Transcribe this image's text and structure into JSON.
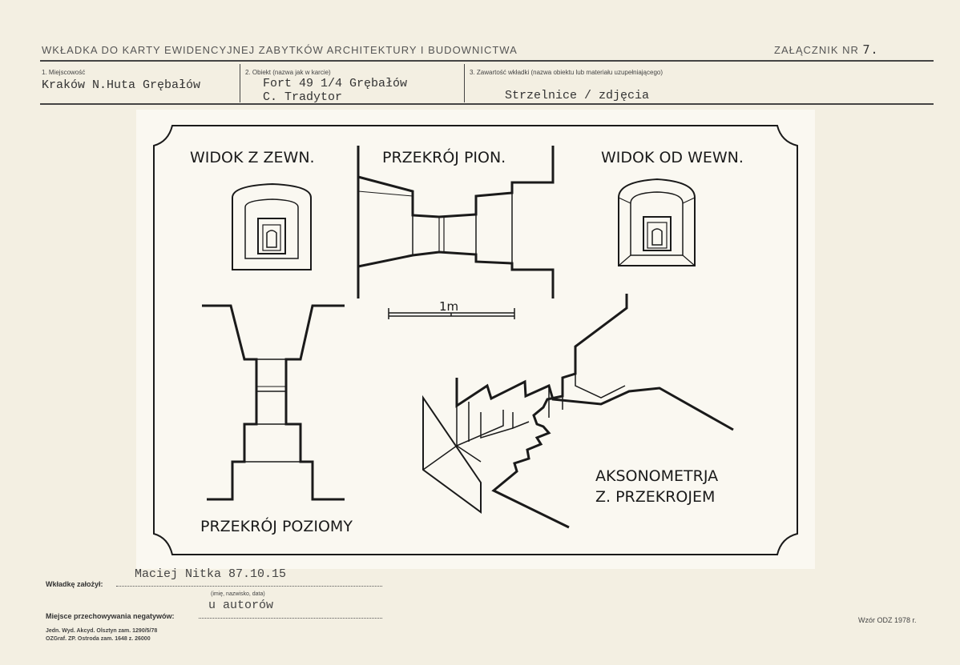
{
  "header": {
    "title": "WKŁADKA DO KARTY EWIDENCYJNEJ ZABYTKÓW ARCHITEKTURY I BUDOWNICTWA",
    "annex_label": "ZAŁĄCZNIK NR",
    "annex_number": "7."
  },
  "fields": {
    "location_label": "1. Miejscowość",
    "location_value": "Kraków N.Huta Grębałów",
    "object_label": "2. Obiekt (nazwa jak w karcie)",
    "object_line1": "Fort 49 1/4 Grębałów",
    "object_line2": "C. Tradytor",
    "content_label": "3. Zawartość wkładki (nazwa obiektu lub materiału uzupełniającego)",
    "content_value": "Strzelnice / zdjęcia"
  },
  "drawing": {
    "view_outside": "WIDOK Z ZEWN.",
    "section_vertical": "PRZEKRÓJ PION.",
    "view_inside": "WIDOK OD WEWN.",
    "scale_label": "1m",
    "section_horizontal": "PRZEKRÓJ POZIOMY",
    "axonometry_line1": "AKSONOMETRJA",
    "axonometry_line2": "Z. PRZEKROJEM"
  },
  "footer": {
    "founded_label": "Wkładkę założył:",
    "founded_value": "Maciej Nitka 87.10.15",
    "founded_hint": "(imię, nazwisko, data)",
    "negatives_label": "Miejsce przechowywania negatywów:",
    "negatives_value": "u autorów",
    "print_line1": "Jedn. Wyd. Akcyd. Olsztyn zam. 1290/5/78",
    "print_line2": "OZGraf. ZP. Ostroda zam. 1648 z. 26000",
    "pattern": "Wzór ODZ 1978 r."
  }
}
